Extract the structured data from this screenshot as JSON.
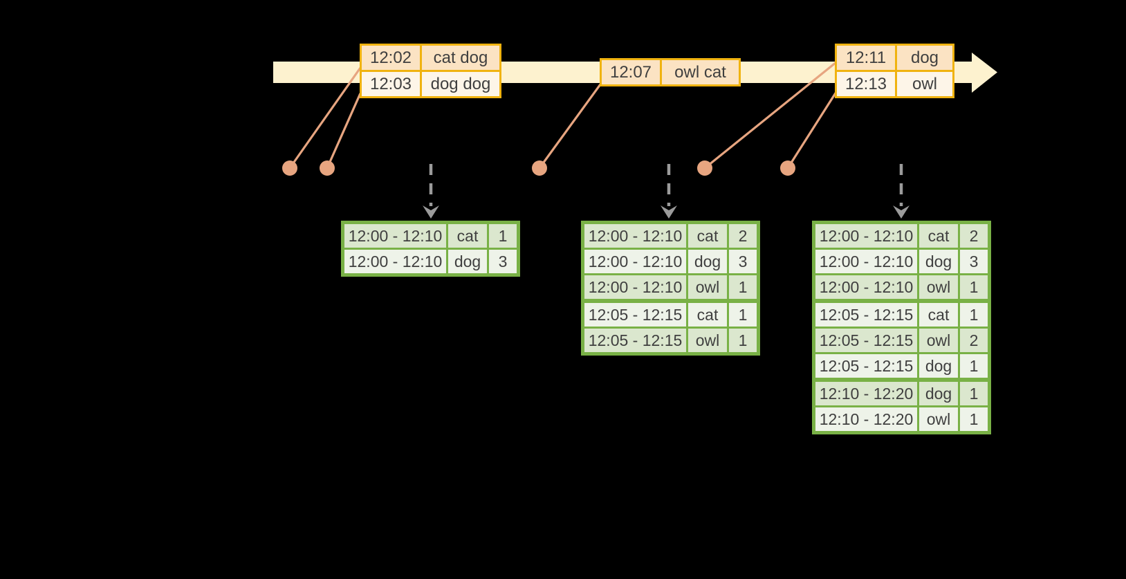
{
  "colors": {
    "background": "#000000",
    "timeline_band": "#fdf2cf",
    "event_border": "#f0b310",
    "event_row_dark": "#fbe3c3",
    "event_row_light": "#fdf5e8",
    "dot_line": "#e7a580",
    "trigger_arrow": "#9b9b9b",
    "result_border": "#79b146",
    "result_row_dark": "#dbe7ce",
    "result_row_light": "#eef3e9",
    "text": "#3f3f3f"
  },
  "events": [
    {
      "rows": [
        {
          "time": "12:02",
          "words": "cat dog"
        },
        {
          "time": "12:03",
          "words": "dog dog"
        }
      ]
    },
    {
      "rows": [
        {
          "time": "12:07",
          "words": "owl cat"
        }
      ]
    },
    {
      "rows": [
        {
          "time": "12:11",
          "words": "dog"
        },
        {
          "time": "12:13",
          "words": "owl"
        }
      ]
    }
  ],
  "results": [
    {
      "rows": [
        {
          "window": "12:00 - 12:10",
          "word": "cat",
          "count": "1"
        },
        {
          "window": "12:00 - 12:10",
          "word": "dog",
          "count": "3"
        }
      ]
    },
    {
      "rows": [
        {
          "window": "12:00 - 12:10",
          "word": "cat",
          "count": "2"
        },
        {
          "window": "12:00 - 12:10",
          "word": "dog",
          "count": "3"
        },
        {
          "window": "12:00 - 12:10",
          "word": "owl",
          "count": "1"
        },
        {
          "window": "12:05 - 12:15",
          "word": "cat",
          "count": "1"
        },
        {
          "window": "12:05 - 12:15",
          "word": "owl",
          "count": "1"
        }
      ]
    },
    {
      "rows": [
        {
          "window": "12:00 - 12:10",
          "word": "cat",
          "count": "2"
        },
        {
          "window": "12:00 - 12:10",
          "word": "dog",
          "count": "3"
        },
        {
          "window": "12:00 - 12:10",
          "word": "owl",
          "count": "1"
        },
        {
          "window": "12:05 - 12:15",
          "word": "cat",
          "count": "1"
        },
        {
          "window": "12:05 - 12:15",
          "word": "owl",
          "count": "2"
        },
        {
          "window": "12:05 - 12:15",
          "word": "dog",
          "count": "1"
        },
        {
          "window": "12:10 - 12:20",
          "word": "dog",
          "count": "1"
        },
        {
          "window": "12:10 - 12:20",
          "word": "owl",
          "count": "1"
        }
      ]
    }
  ]
}
